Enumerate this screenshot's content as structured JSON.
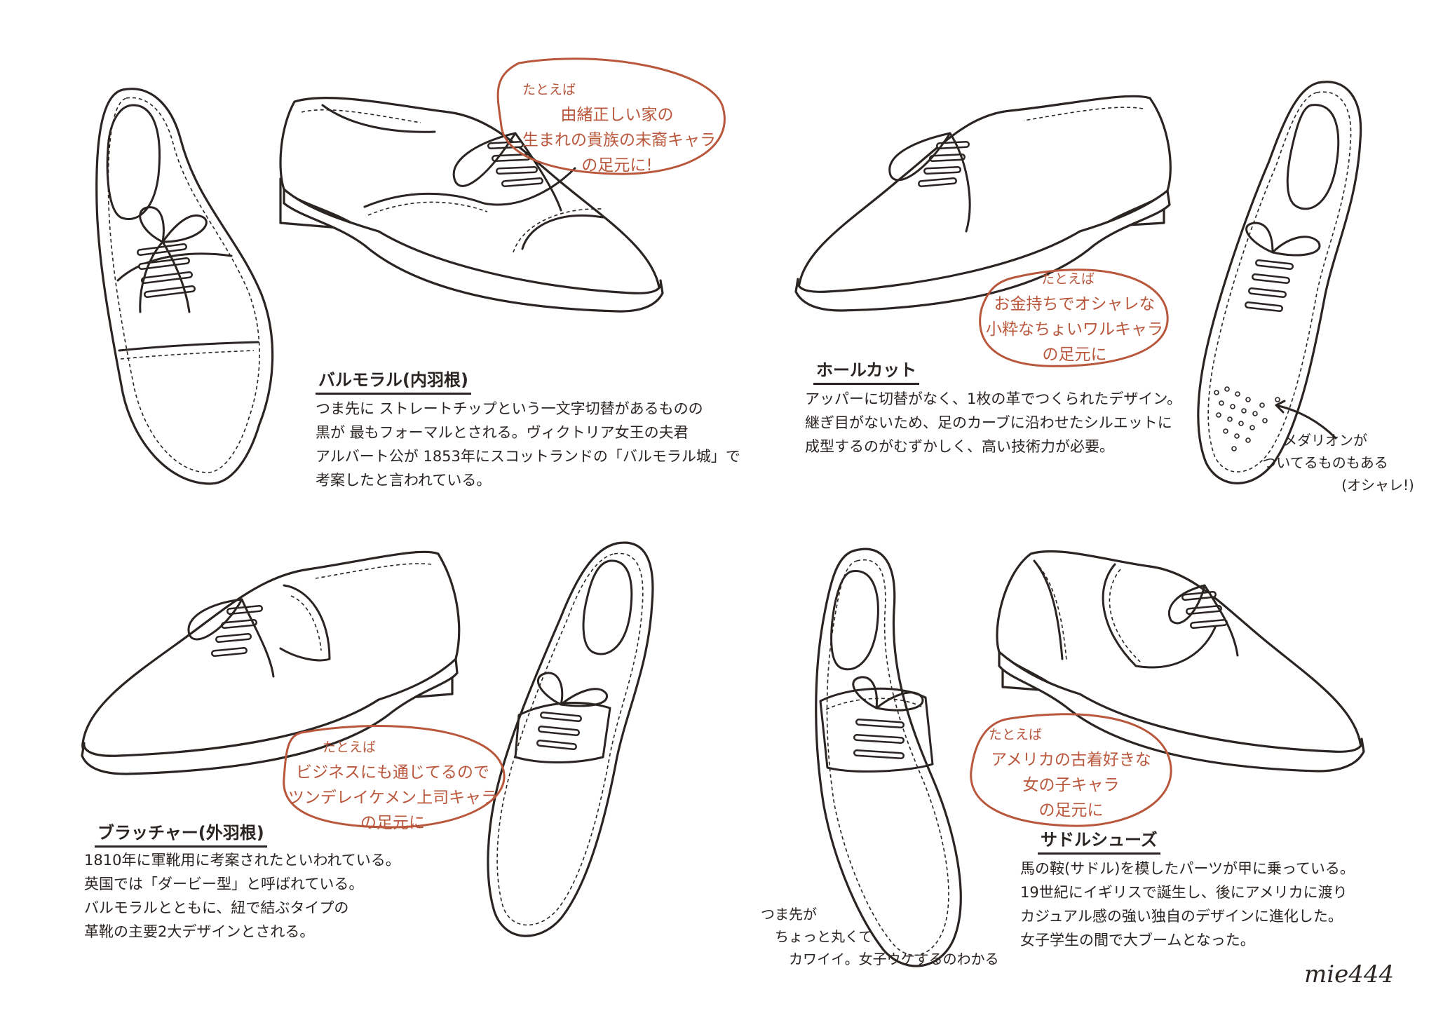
{
  "colors": {
    "ink": "#2a2422",
    "accent": "#b9573c",
    "background": "#ffffff"
  },
  "balmoral": {
    "title": "バルモラル(内羽根)",
    "lines": [
      "つま先に ストレートチップという一文字切替があるものの",
      "黒が 最もフォーマルとされる。ヴィクトリア女王の夫君",
      "アルバート公が 1853年にスコットランドの「バルモラル城」で",
      "考案したと言われている。"
    ],
    "bubble": [
      "たとえば",
      "由緒正しい家の",
      "生まれの貴族の末裔キャラ",
      "の足元に!"
    ]
  },
  "wholecut": {
    "title": "ホールカット",
    "lines": [
      "アッパーに切替がなく、1枚の革でつくられたデザイン。",
      "継ぎ目がないため、足のカーブに沿わせたシルエットに",
      "成型するのがむずかしく、高い技術力が必要。"
    ],
    "bubble": [
      "たとえば",
      "お金持ちでオシャレな",
      "小粋なちょいワルキャラ",
      "の足元に"
    ],
    "side_note": [
      "メダリオンが",
      "ついてるものもある",
      "(オシャレ!)"
    ]
  },
  "blucher": {
    "title": "ブラッチャー(外羽根)",
    "lines": [
      "1810年に軍靴用に考案されたといわれている。",
      "英国では「ダービー型」と呼ばれている。",
      "バルモラルとともに、紐で結ぶタイプの",
      "革靴の主要2大デザインとされる。"
    ],
    "bubble": [
      "たとえば",
      "ビジネスにも通じてるので",
      "ツンデレイケメン上司キャラ",
      "の足元に"
    ]
  },
  "saddle": {
    "title": "サドルシューズ",
    "lines": [
      "馬の鞍(サドル)を模したパーツが甲に乗っている。",
      "19世紀にイギリスで誕生し、後にアメリカに渡り",
      "カジュアル感の強い独自のデザインに進化した。",
      "女子学生の間で大ブームとなった。"
    ],
    "bubble": [
      "たとえば",
      "アメリカの古着好きな",
      "女の子キャラ",
      "の足元に"
    ],
    "side_note": [
      "つま先が",
      "ちょっと丸くて",
      "カワイイ。女子ウケするのわかる"
    ]
  },
  "signature": "mie444"
}
